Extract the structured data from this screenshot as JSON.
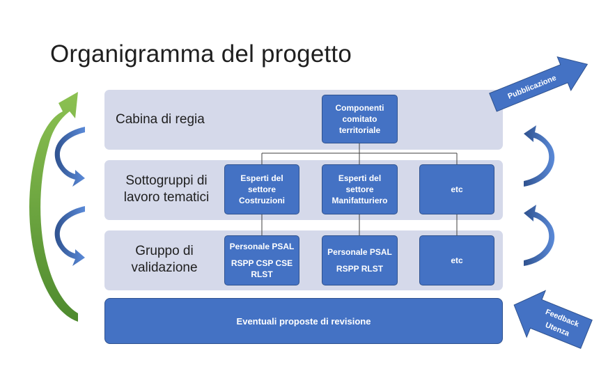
{
  "title": "Organigramma del progetto",
  "bands": {
    "cabina": "Cabina di regia",
    "sottogruppi_line1": "Sottogruppi di",
    "sottogruppi_line2": "lavoro tematici",
    "gruppo_line1": "Gruppo di",
    "gruppo_line2": "validazione"
  },
  "boxes": {
    "comitato": [
      "Componenti",
      "comitato",
      "territoriale"
    ],
    "costruzioni": [
      "Esperti del",
      "settore",
      "Costruzioni"
    ],
    "manifatturiero": [
      "Esperti del",
      "settore",
      "Manifatturiero"
    ],
    "etc1": "etc",
    "psal1": [
      "Personale PSAL",
      "RSPP CSP CSE",
      "RLST"
    ],
    "psal2": [
      "Personale PSAL",
      "RSPP RLST"
    ],
    "etc2": "etc"
  },
  "bottom_bar": "Eventuali proposte di revisione",
  "arrows": {
    "pubblicazione": "Pubblicazione",
    "feedback_line1": "Feedback",
    "feedback_line2": "Utenza"
  },
  "colors": {
    "box_fill": "#4472c4",
    "band_fill": "#d5d9ea",
    "green_arrow": "#70ad47",
    "blue_arrow": "#4472c4"
  }
}
